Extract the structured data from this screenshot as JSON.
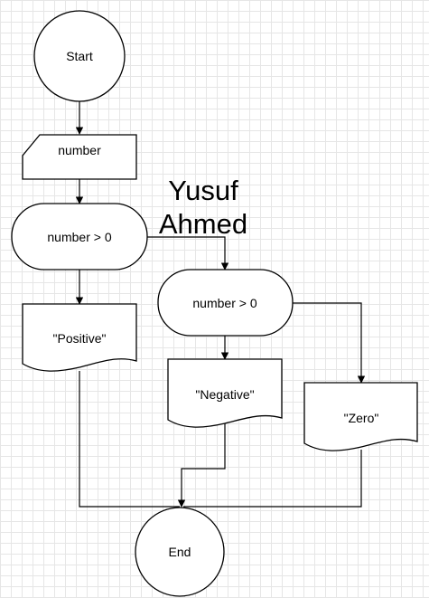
{
  "diagram": {
    "start_label": "Start",
    "input_label": "number",
    "decision1_label": "number > 0",
    "decision2_label": "number > 0",
    "positive_label": "\"Positive\"",
    "negative_label": "\"Negative\"",
    "zero_label": "\"Zero\"",
    "end_label": "End",
    "author_line1": "Yusuf",
    "author_line2": "Ahmed"
  }
}
